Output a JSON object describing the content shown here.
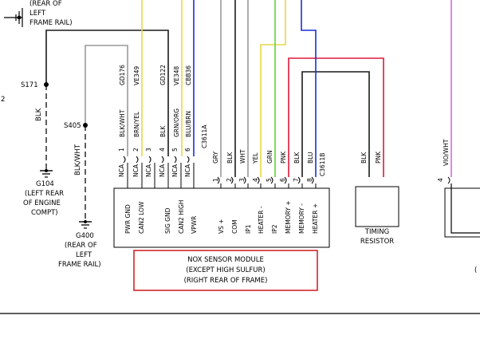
{
  "grounds": {
    "top": [
      "(REAR OF",
      "LEFT",
      "FRAME RAIL)"
    ],
    "g104": [
      "G104",
      "(LEFT REAR",
      "OF ENGINE",
      "COMPT)"
    ],
    "g400": [
      "G400",
      "(REAR OF",
      "LEFT",
      "FRAME RAIL)"
    ]
  },
  "splices": {
    "s171": "S171",
    "s405": "S405",
    "left_edge": "2"
  },
  "wires": {
    "s171_color": "BLK",
    "s405_color": "BLK/WHT",
    "upper_labels": [
      "GD176",
      "VE349",
      "GD122",
      "VE348",
      "CBB36"
    ],
    "lower_labels": [
      "BLK/WHT",
      "BRN/YEL",
      "BLK",
      "GRN/ORG",
      "BLU/BRN",
      "C3611A"
    ],
    "right_labels": [
      "GRY",
      "BLK",
      "WHT",
      "YEL",
      "GRN",
      "PNK",
      "BLK",
      "BLU",
      "C3611B"
    ],
    "resistor_labels": [
      "BLK",
      "PNK"
    ],
    "far_right_label": "VIO/WHT",
    "far_right_pin": "4"
  },
  "connector": {
    "nca": [
      "NCA",
      "NCA",
      "NCA",
      "NCA",
      "NCA",
      "NCA"
    ],
    "pins_a": [
      "1",
      "2",
      "3",
      "4",
      "5",
      "6"
    ],
    "pins_b": [
      "1",
      "2",
      "3",
      "4",
      "5",
      "6",
      "7",
      "8"
    ]
  },
  "module": {
    "terminals": [
      "PWR GND",
      "CAN2 LOW",
      "SIG GND",
      "CAN2 HIGH",
      "VPWR",
      "VS +",
      "COM",
      "IP1",
      "HEATER -",
      "IP2",
      "MEMORY +",
      "MEMORY -",
      "HEATER +"
    ],
    "caption": [
      "NOX SENSOR MODULE",
      "(EXCEPT HIGH SULFUR)",
      "(RIGHT REAR OF FRAME)"
    ]
  },
  "timing_resistor": [
    "TIMING",
    "RESISTOR"
  ],
  "far_right_fragment": "(",
  "colors": {
    "wire_black": "#1a1a1a",
    "wire_gray": "#9a9a9a",
    "wire_yellow": "#e6d84a",
    "wire_green": "#5fd33a",
    "wire_blue": "#1a2fd6",
    "wire_pink": "#e0183a",
    "wire_violet": "#d86ad8",
    "caption_box": "#d0272a"
  }
}
